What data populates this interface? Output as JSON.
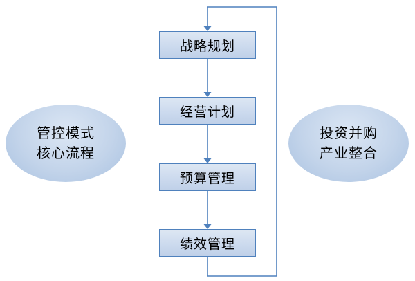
{
  "diagram": {
    "title": "management-control-core-process-flow",
    "boxes": [
      {
        "label": "战略规划"
      },
      {
        "label": "经营计划"
      },
      {
        "label": "预算管理"
      },
      {
        "label": "绩效管理"
      }
    ],
    "left_ellipse": {
      "line1": "管控模式",
      "line2": "核心流程"
    },
    "right_ellipse": {
      "line1": "投资并购",
      "line2": "产业整合"
    },
    "flow": {
      "direction": "top-to-bottom",
      "feedback_loop": "from last box around right side back to first box"
    },
    "colors": {
      "box_border": "#4f81bd",
      "box_fill_light": "#dde7f3",
      "box_fill_dark": "#bfd0e8",
      "ellipse_fill_light": "#dbe6f4",
      "ellipse_fill_dark": "#a9c2e1",
      "connector": "#4f81bd",
      "text": "#000000",
      "background": "#ffffff"
    }
  }
}
